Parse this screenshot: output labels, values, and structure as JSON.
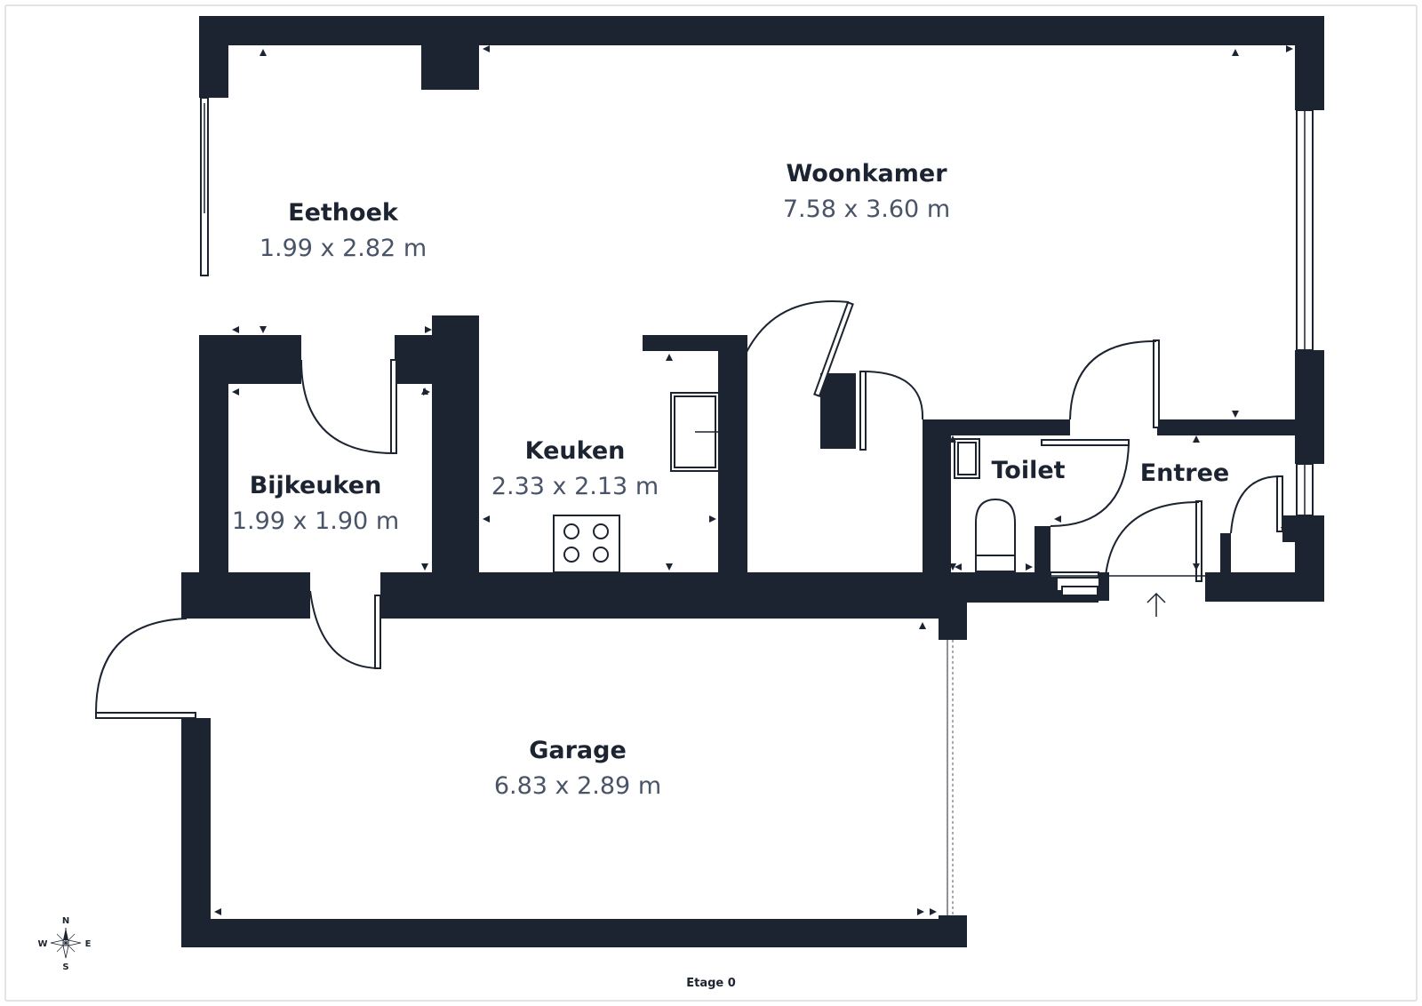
{
  "rooms": {
    "woonkamer": {
      "name": "Woonkamer",
      "dims": "7.58 x 3.60 m"
    },
    "eethoek": {
      "name": "Eethoek",
      "dims": "1.99 x 2.82 m"
    },
    "keuken": {
      "name": "Keuken",
      "dims": "2.33 x 2.13 m"
    },
    "bijkeuken": {
      "name": "Bijkeuken",
      "dims": "1.99 x 1.90 m"
    },
    "toilet": {
      "name": "Toilet"
    },
    "entree": {
      "name": "Entree"
    },
    "garage": {
      "name": "Garage",
      "dims": "6.83 x 2.89 m"
    }
  },
  "compass": {
    "n": "N",
    "e": "E",
    "s": "S",
    "w": "W"
  },
  "floor_label": "Etage 0",
  "colors": {
    "wall": "#1c2431",
    "name_text": "#1c2431",
    "dims_text": "#4a5468",
    "background": "#ffffff"
  }
}
